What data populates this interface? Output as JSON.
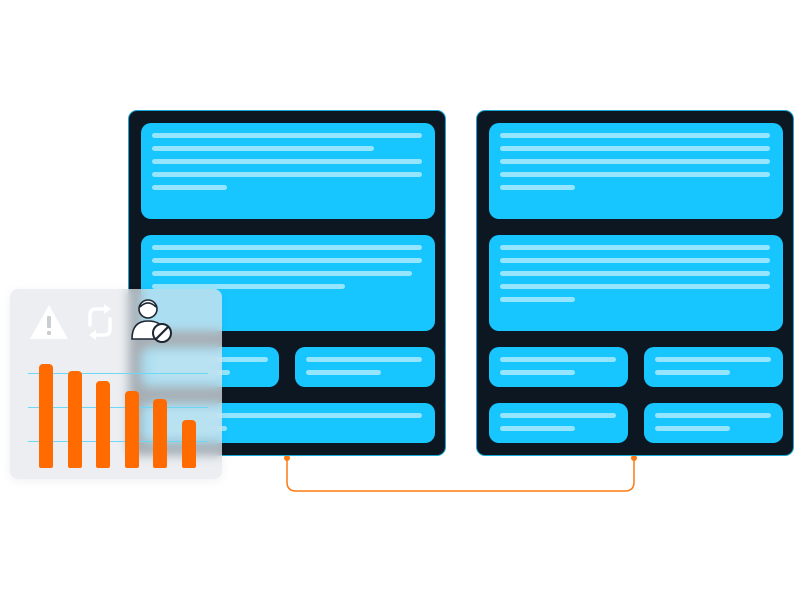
{
  "colors": {
    "panel_bg": "#0c1722",
    "block": "#18c6ff",
    "connector": "#ff7a12",
    "bars": "#ff6b00",
    "icons": "#ffffff"
  },
  "icons": [
    "warning-icon",
    "refresh-icon",
    "user-blocked-icon"
  ],
  "chart_data": {
    "type": "bar",
    "values": [
      100,
      93,
      84,
      74,
      66,
      46
    ]
  }
}
